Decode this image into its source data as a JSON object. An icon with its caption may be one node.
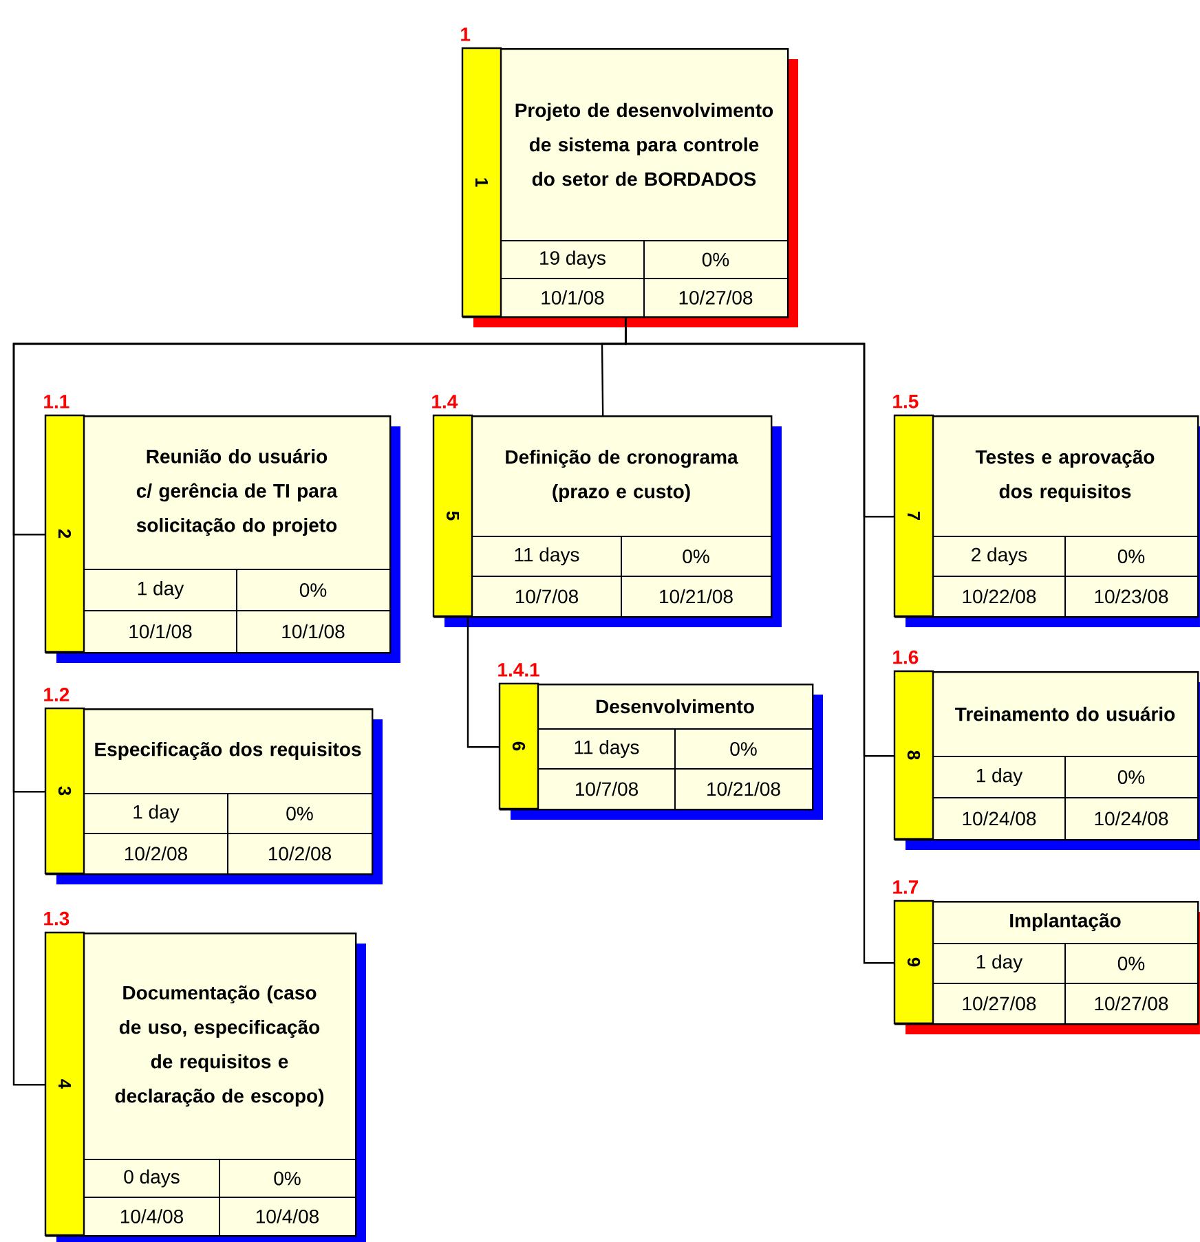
{
  "diagram": {
    "nodes": [
      {
        "text": [
          "Projeto de desenvolvimento de sistema para controle do setor de BORDADOS",
          "1",
          "19 days",
          "0%",
          "10/1/08",
          "10/27/08"
        ],
        "beside": [
          "1"
        ]
      },
      {
        "text": [
          "Reunião do usuário c/ gerência de TI para solicitação do projeto",
          "2",
          "1 day",
          "0%",
          "10/1/08",
          "10/1/08"
        ],
        "beside": [
          "1.1"
        ]
      },
      {
        "text": [
          "Especificação dos requisitos",
          "3",
          "1 day",
          "0%",
          "10/2/08",
          "10/2/08"
        ],
        "beside": [
          "1.2"
        ]
      },
      {
        "text": [
          "Documentação (caso de uso, especificação de requisitos e declaração de escopo)",
          "4",
          "0 days",
          "0%",
          "10/4/08",
          "10/4/08"
        ],
        "beside": [
          "1.3"
        ]
      },
      {
        "text": [
          "Definição de cronograma (prazo e custo)",
          "5",
          "11 days",
          "0%",
          "10/7/08",
          "10/21/08"
        ],
        "beside": [
          "1.4"
        ]
      },
      {
        "text": [
          "Desenvolvimento",
          "6",
          "11 days",
          "0%",
          "10/7/08",
          "10/21/08"
        ],
        "beside": [
          "1.4.1"
        ]
      },
      {
        "text": [
          "Testes e aprovação dos requisitos",
          "7",
          "2 days",
          "0%",
          "10/22/08",
          "10/23/08"
        ],
        "beside": [
          "1.5"
        ]
      },
      {
        "text": [
          "Treinamento do usuário",
          "8",
          "1 day",
          "0%",
          "10/24/08",
          "10/24/08"
        ],
        "beside": [
          "1.6"
        ]
      },
      {
        "text": [
          "Implantação",
          "9",
          "1 day",
          "0%",
          "10/27/08",
          "10/27/08"
        ],
        "beside": [
          "1.7"
        ]
      }
    ],
    "edges": [
      {
        "from": 0,
        "to": 1,
        "arrow": "none"
      },
      {
        "from": 0,
        "to": 2,
        "arrow": "none"
      },
      {
        "from": 0,
        "to": 3,
        "arrow": "none"
      },
      {
        "from": 0,
        "to": 4,
        "arrow": "none"
      },
      {
        "from": 4,
        "to": 5,
        "arrow": "none"
      },
      {
        "from": 0,
        "to": 6,
        "arrow": "none"
      },
      {
        "from": 0,
        "to": 7,
        "arrow": "none"
      },
      {
        "from": 0,
        "to": 8,
        "arrow": "none"
      }
    ]
  }
}
